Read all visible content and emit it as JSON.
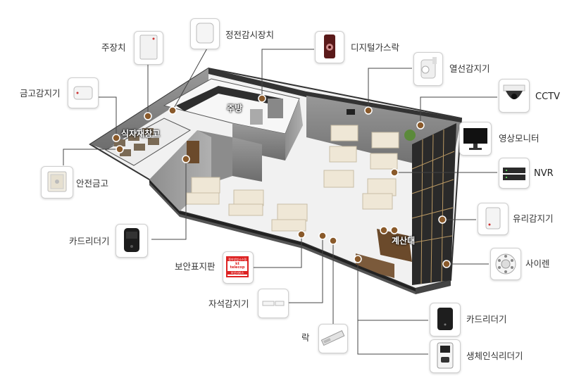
{
  "rooms": {
    "kitchen": "주방",
    "storage": "식자재창고",
    "counter": "계산대"
  },
  "devices": [
    {
      "id": "main-panel",
      "label": "주장치",
      "icon": "control-panel-icon"
    },
    {
      "id": "power-monitor",
      "label": "정전감시장치",
      "icon": "power-monitor-icon"
    },
    {
      "id": "gas-lock",
      "label": "디지털가스락",
      "icon": "gas-lock-icon"
    },
    {
      "id": "heat-detector",
      "label": "열선감지기",
      "icon": "pir-sensor-icon"
    },
    {
      "id": "cctv",
      "label": "CCTV",
      "icon": "dome-camera-icon"
    },
    {
      "id": "monitor",
      "label": "영상모니터",
      "icon": "monitor-icon"
    },
    {
      "id": "nvr",
      "label": "NVR",
      "icon": "nvr-icon"
    },
    {
      "id": "glass-detector",
      "label": "유리감지기",
      "icon": "glass-break-sensor-icon"
    },
    {
      "id": "siren",
      "label": "사이렌",
      "icon": "siren-icon"
    },
    {
      "id": "card-reader-right",
      "label": "카드리더기",
      "icon": "card-reader-icon"
    },
    {
      "id": "biometric-reader",
      "label": "생체인식리더기",
      "icon": "fingerprint-reader-icon"
    },
    {
      "id": "lock",
      "label": "락",
      "icon": "magnetic-lock-icon"
    },
    {
      "id": "magnet-detector",
      "label": "자석감지기",
      "icon": "magnetic-contact-icon"
    },
    {
      "id": "security-sign",
      "label": "보안표지판",
      "icon": "security-sign-icon"
    },
    {
      "id": "card-reader-left",
      "label": "카드리더기",
      "icon": "card-reader-icon"
    },
    {
      "id": "safe",
      "label": "안전금고",
      "icon": "safe-icon"
    },
    {
      "id": "vault-detector",
      "label": "금고감지기",
      "icon": "vault-sensor-icon"
    }
  ],
  "sign": {
    "line1": "철저방범시스템",
    "brand": "kt telecop",
    "line3": "보안서비스"
  },
  "colors": {
    "marker": "#8a5a2b",
    "line": "#444444",
    "floor": "#f3f3f3",
    "wall_dark": "#3a3a3a",
    "window": "#c9a56a"
  }
}
